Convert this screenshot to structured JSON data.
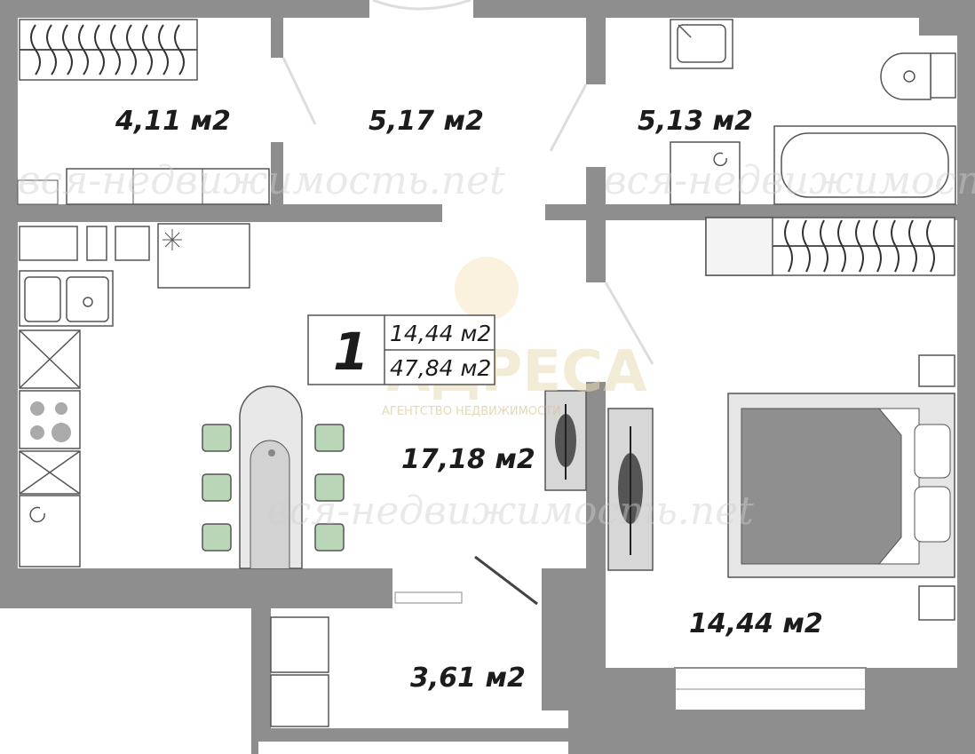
{
  "apartment": {
    "room_count": "1",
    "living_area": "14,44 м2",
    "total_area": "47,84 м2"
  },
  "rooms": {
    "storage": "4,11 м2",
    "hallway": "5,17 м2",
    "bathroom": "5,13 м2",
    "kitchen_living": "17,18 м2",
    "bedroom": "14,44 м2",
    "balcony": "3,61 м2"
  },
  "brand": {
    "name": "АДРЕСА",
    "tagline": "АГЕНТСТВО НЕДВИЖИМОСТИ"
  },
  "watermark": {
    "text": "вся-недвижимость.net"
  },
  "colors": {
    "wall": "#8e8e8e",
    "wall_dark": "#7a7a7a",
    "furniture_stroke": "#555555",
    "chair_fill": "#b9d6b6",
    "bed_fill": "#8f8f8f",
    "accent_gold": "#e9c77a"
  }
}
